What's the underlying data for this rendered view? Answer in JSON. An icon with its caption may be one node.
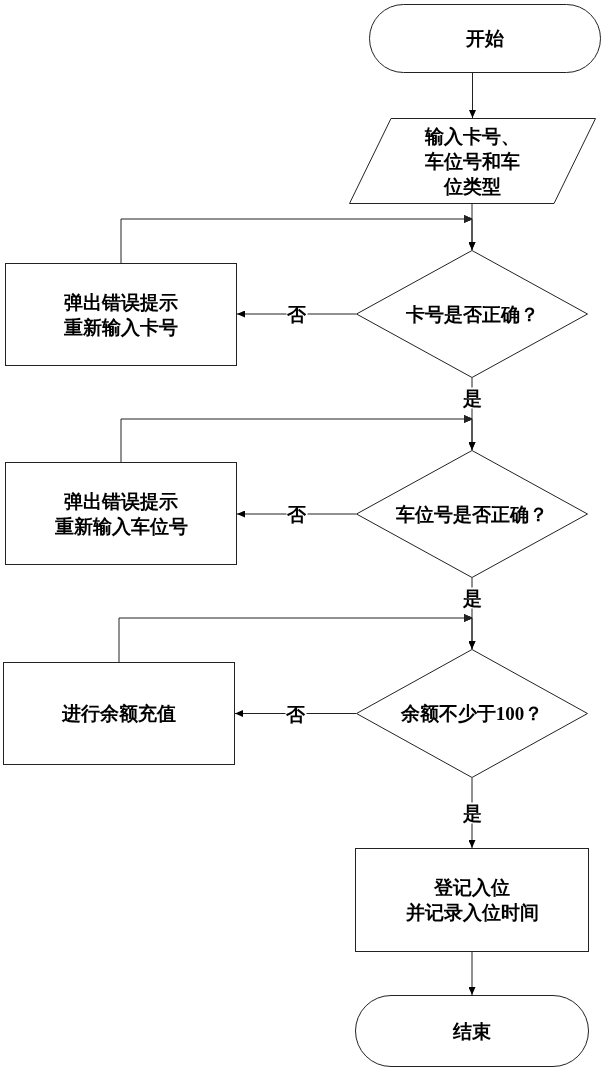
{
  "diagram": {
    "nodes": [
      {
        "text": [
          "开始"
        ]
      },
      {
        "text": [
          "输入卡号、车位号和车位类型"
        ]
      },
      {
        "text": [
          "卡号是否正确？"
        ]
      },
      {
        "text": [
          "弹出错误提示",
          "重新输入卡号"
        ]
      },
      {
        "text": [
          "车位号是否正确？"
        ]
      },
      {
        "text": [
          "弹出错误提示",
          "重新输入车位号"
        ]
      },
      {
        "text": [
          "余额不少于100？"
        ]
      },
      {
        "text": [
          "进行余额充值"
        ]
      },
      {
        "text": [
          "登记入位",
          "并记录入位时间"
        ]
      },
      {
        "text": [
          "结束"
        ]
      }
    ],
    "edges": [
      {
        "from": 0,
        "to": 1,
        "arrow": "to"
      },
      {
        "from": 1,
        "to": 2,
        "arrow": "to"
      },
      {
        "from": 2,
        "to": 3,
        "arrow": "to",
        "label": "否"
      },
      {
        "from": 3,
        "to": 2,
        "arrow": "to"
      },
      {
        "from": 2,
        "to": 4,
        "arrow": "to",
        "label": "是"
      },
      {
        "from": 4,
        "to": 5,
        "arrow": "to",
        "label": "否"
      },
      {
        "from": 5,
        "to": 4,
        "arrow": "to"
      },
      {
        "from": 4,
        "to": 6,
        "arrow": "to",
        "label": "是"
      },
      {
        "from": 6,
        "to": 7,
        "arrow": "to",
        "label": "否"
      },
      {
        "from": 7,
        "to": 6,
        "arrow": "to"
      },
      {
        "from": 6,
        "to": 8,
        "arrow": "to",
        "label": "是"
      },
      {
        "from": 8,
        "to": 9,
        "arrow": "to"
      }
    ]
  }
}
